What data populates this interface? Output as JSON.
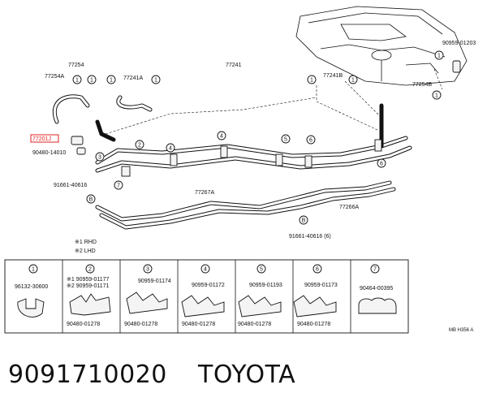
{
  "diagram": {
    "labels": {
      "l77254": "77254",
      "l77254A": "77254A",
      "l77241": "77241",
      "l77241A": "77241A",
      "l77241B": "77241B",
      "l77254B": "77254B",
      "l77201J": "77201J",
      "l90480_14010": "90480-14010",
      "l90959_01203": "90959-01203",
      "l91661_40616": "91661-40616",
      "l77267A": "77267A",
      "l77266A": "77266A",
      "l91661_40616_6": "91661-40616 (6)",
      "l_rhd": "※1 RHD",
      "l_lhd": "※2 LHD",
      "code": "MB H356 A"
    },
    "circle_numbers": [
      "1",
      "2",
      "3",
      "4",
      "5",
      "6",
      "7"
    ],
    "circle_b": "B",
    "table": {
      "cells": [
        {
          "num": "1",
          "codes": [
            "96132-30600"
          ],
          "bottom": ""
        },
        {
          "num": "2",
          "codes": [
            "※1 90959-01177",
            "※2 90959-01171"
          ],
          "bottom": "90480-01278"
        },
        {
          "num": "3",
          "codes": [
            "90959-01174"
          ],
          "bottom": "90480-01278"
        },
        {
          "num": "4",
          "codes": [
            "90959-01172"
          ],
          "bottom": "90480-01278"
        },
        {
          "num": "5",
          "codes": [
            "90959-01193"
          ],
          "bottom": "90480-01278"
        },
        {
          "num": "6",
          "codes": [
            "90959-01173"
          ],
          "bottom": "90480-01278"
        },
        {
          "num": "7",
          "codes": [
            "90464-00395"
          ],
          "bottom": ""
        }
      ]
    }
  },
  "caption": {
    "part_number": "9091710020",
    "brand": "TOYOTA"
  }
}
